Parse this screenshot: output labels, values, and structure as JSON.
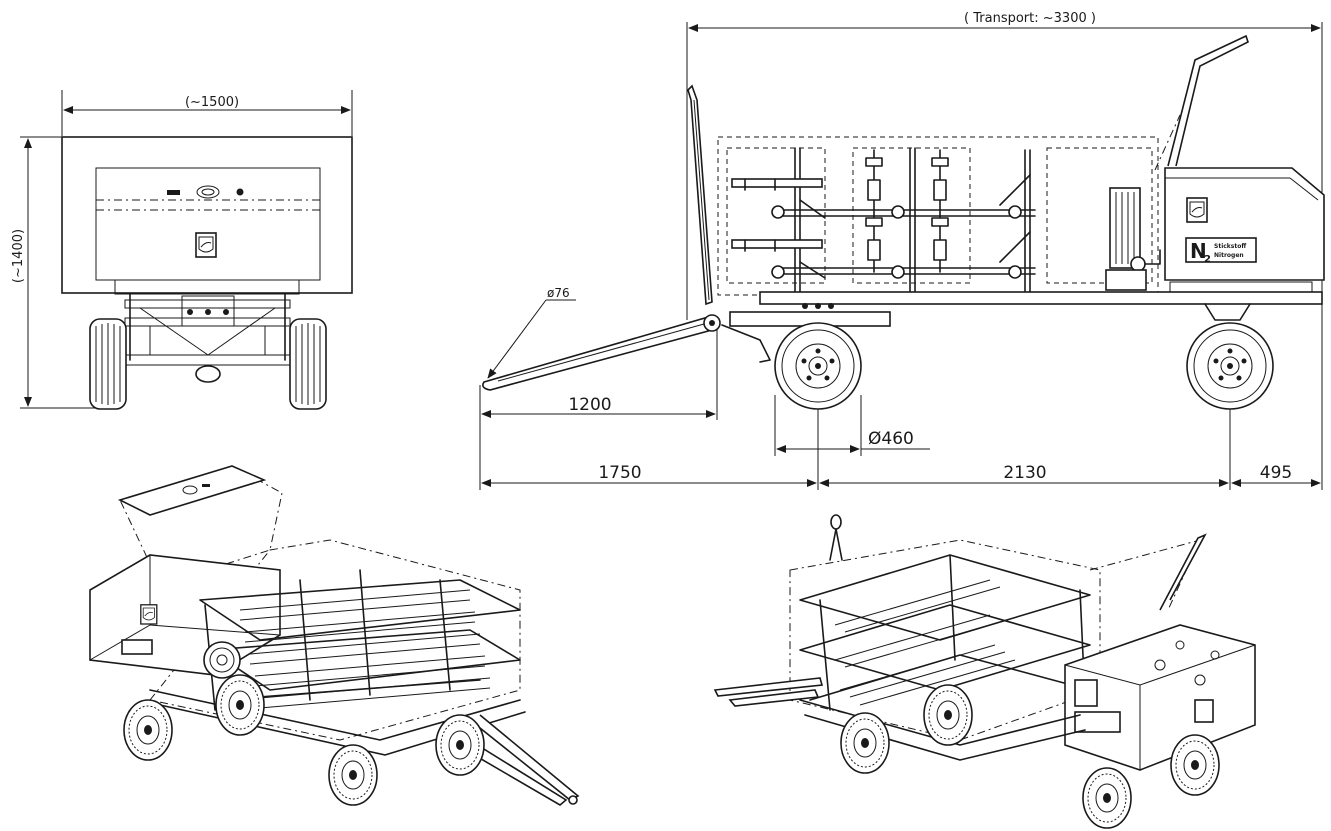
{
  "front_view": {
    "width_label": "(~1500)",
    "height_label": "(~1400)"
  },
  "side_view": {
    "transport_label": "( Transport: ~3300 )",
    "drawbar_diameter": "ø76",
    "wheel_diameter": "Ø460",
    "drawbar_length": "1200",
    "front_overhang": "1750",
    "wheelbase": "2130",
    "rear_overhang": "495"
  },
  "box_label": {
    "symbol": "N",
    "subscript": "2",
    "line1": "Stickstoff",
    "line2": "Nitrogen"
  }
}
